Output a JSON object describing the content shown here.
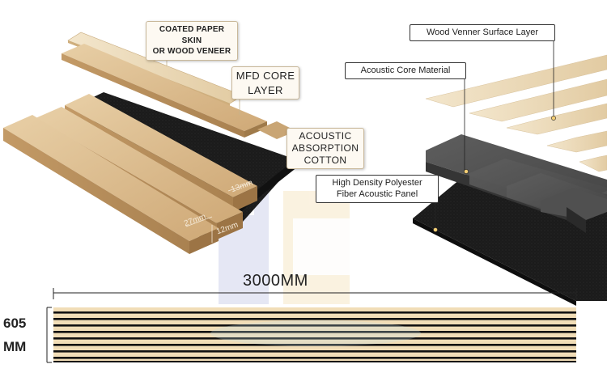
{
  "callouts": {
    "skin": "COATED PAPER SKIN\nOR WOOD VENEER",
    "mfd": "MFD CORE\nLAYER",
    "cotton": "ACOUSTIC\nABSORPTION\nCOTTON",
    "veneer": "Wood Venner Surface Layer",
    "core": "Acoustic Core Material",
    "polyester": "High Density Polyester\nFiber Acoustic Panel"
  },
  "dimensions": {
    "d13": "13mm",
    "d27": "27mm",
    "d12": "12mm",
    "length": "3000MM",
    "width": "605\nMM"
  },
  "colors": {
    "oak": "#d9b98a",
    "oak_dark": "#b8925f",
    "felt": "#1c1c1c",
    "core": "#4a4a4a",
    "veneer_light": "#efe0c4"
  }
}
